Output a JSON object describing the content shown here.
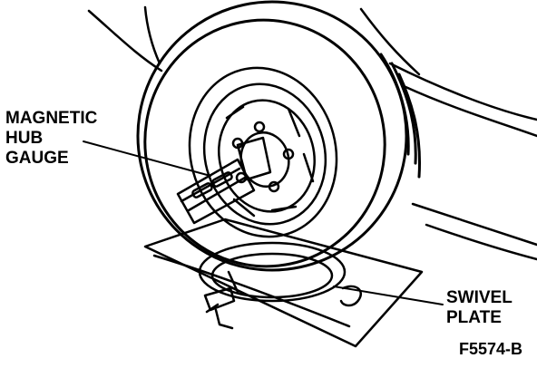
{
  "labels": {
    "magnetic_hub_gauge": [
      "MAGNETIC",
      "HUB",
      "GAUGE"
    ],
    "swivel_plate": [
      "SWIVEL",
      "PLATE"
    ],
    "figure_id": "F5574-B"
  },
  "colors": {
    "ink": "#000000",
    "paper": "#ffffff"
  }
}
